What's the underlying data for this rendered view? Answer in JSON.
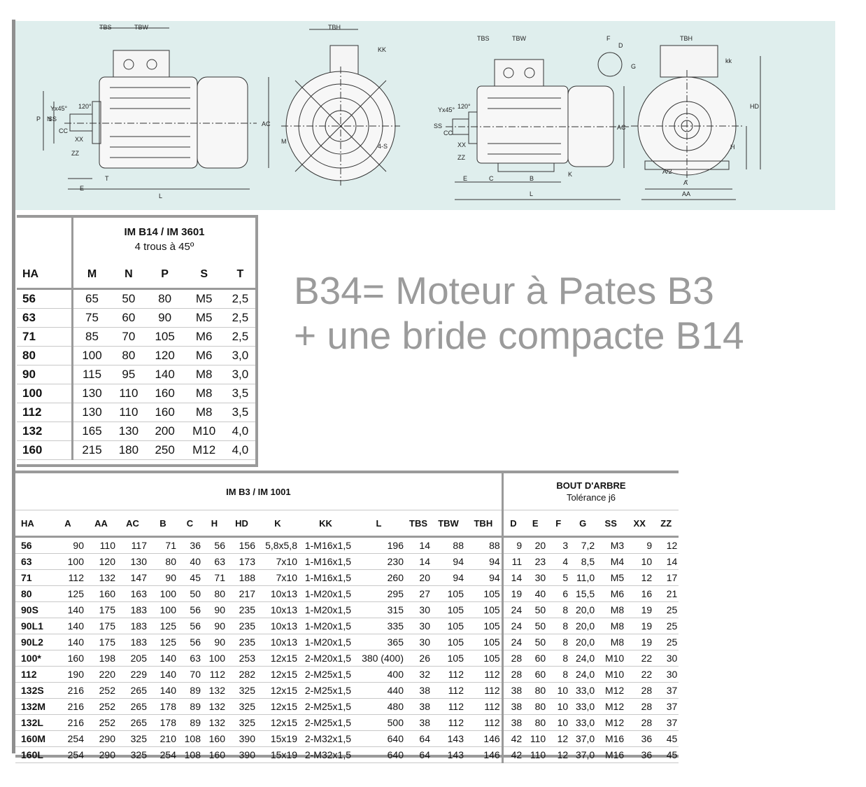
{
  "drawing": {
    "left_labels": [
      "TBS",
      "TBW",
      "P",
      "N",
      "Yx45°",
      "SS",
      "CC",
      "XX",
      "ZZ",
      "120°",
      "T",
      "E",
      "L",
      "AC",
      "TBH",
      "KK",
      "M",
      "4-S"
    ],
    "right_labels": [
      "TBS",
      "TBW",
      "F",
      "D",
      "G",
      "TBH",
      "kk",
      "Yx45°",
      "120°",
      "SS",
      "CC",
      "XX",
      "ZZ",
      "AC",
      "HD",
      "H",
      "E",
      "C",
      "B",
      "K",
      "L",
      "A/2",
      "A",
      "AA"
    ]
  },
  "annotation": {
    "line1": "B34= Moteur à Pates B3",
    "line2": "+ une bride compacte B14"
  },
  "flange_table": {
    "title": "IM B14 / IM 3601",
    "subtitle": "4 trous à 45º",
    "headers": [
      "HA",
      "M",
      "N",
      "P",
      "S",
      "T"
    ],
    "rows": [
      [
        "56",
        "65",
        "50",
        "80",
        "M5",
        "2,5"
      ],
      [
        "63",
        "75",
        "60",
        "90",
        "M5",
        "2,5"
      ],
      [
        "71",
        "85",
        "70",
        "105",
        "M6",
        "2,5"
      ],
      [
        "80",
        "100",
        "80",
        "120",
        "M6",
        "3,0"
      ],
      [
        "90",
        "115",
        "95",
        "140",
        "M8",
        "3,0"
      ],
      [
        "100",
        "130",
        "110",
        "160",
        "M8",
        "3,5"
      ],
      [
        "112",
        "130",
        "110",
        "160",
        "M8",
        "3,5"
      ],
      [
        "132",
        "165",
        "130",
        "200",
        "M10",
        "4,0"
      ],
      [
        "160",
        "215",
        "180",
        "250",
        "M12",
        "4,0"
      ]
    ]
  },
  "dims_table": {
    "title": "IM B3 / IM 1001",
    "shaft_title": "BOUT D'ARBRE",
    "shaft_subtitle": "Tolérance j6",
    "headers": [
      "HA",
      "A",
      "AA",
      "AC",
      "B",
      "C",
      "H",
      "HD",
      "K",
      "KK",
      "L",
      "TBS",
      "TBW",
      "TBH",
      "D",
      "E",
      "F",
      "G",
      "SS",
      "XX",
      "ZZ"
    ],
    "rows": [
      [
        "56",
        "90",
        "110",
        "117",
        "71",
        "36",
        "56",
        "156",
        "5,8x5,8",
        "1-M16x1,5",
        "196",
        "14",
        "88",
        "88",
        "9",
        "20",
        "3",
        "7,2",
        "M3",
        "9",
        "12"
      ],
      [
        "63",
        "100",
        "120",
        "130",
        "80",
        "40",
        "63",
        "173",
        "7x10",
        "1-M16x1,5",
        "230",
        "14",
        "94",
        "94",
        "11",
        "23",
        "4",
        "8,5",
        "M4",
        "10",
        "14"
      ],
      [
        "71",
        "112",
        "132",
        "147",
        "90",
        "45",
        "71",
        "188",
        "7x10",
        "1-M16x1,5",
        "260",
        "20",
        "94",
        "94",
        "14",
        "30",
        "5",
        "11,0",
        "M5",
        "12",
        "17"
      ],
      [
        "80",
        "125",
        "160",
        "163",
        "100",
        "50",
        "80",
        "217",
        "10x13",
        "1-M20x1,5",
        "295",
        "27",
        "105",
        "105",
        "19",
        "40",
        "6",
        "15,5",
        "M6",
        "16",
        "21"
      ],
      [
        "90S",
        "140",
        "175",
        "183",
        "100",
        "56",
        "90",
        "235",
        "10x13",
        "1-M20x1,5",
        "315",
        "30",
        "105",
        "105",
        "24",
        "50",
        "8",
        "20,0",
        "M8",
        "19",
        "25"
      ],
      [
        "90L1",
        "140",
        "175",
        "183",
        "125",
        "56",
        "90",
        "235",
        "10x13",
        "1-M20x1,5",
        "335",
        "30",
        "105",
        "105",
        "24",
        "50",
        "8",
        "20,0",
        "M8",
        "19",
        "25"
      ],
      [
        "90L2",
        "140",
        "175",
        "183",
        "125",
        "56",
        "90",
        "235",
        "10x13",
        "1-M20x1,5",
        "365",
        "30",
        "105",
        "105",
        "24",
        "50",
        "8",
        "20,0",
        "M8",
        "19",
        "25"
      ],
      [
        "100*",
        "160",
        "198",
        "205",
        "140",
        "63",
        "100",
        "253",
        "12x15",
        "2-M20x1,5",
        "380 (400)",
        "26",
        "105",
        "105",
        "28",
        "60",
        "8",
        "24,0",
        "M10",
        "22",
        "30"
      ],
      [
        "112",
        "190",
        "220",
        "229",
        "140",
        "70",
        "112",
        "282",
        "12x15",
        "2-M25x1,5",
        "400",
        "32",
        "112",
        "112",
        "28",
        "60",
        "8",
        "24,0",
        "M10",
        "22",
        "30"
      ],
      [
        "132S",
        "216",
        "252",
        "265",
        "140",
        "89",
        "132",
        "325",
        "12x15",
        "2-M25x1,5",
        "440",
        "38",
        "112",
        "112",
        "38",
        "80",
        "10",
        "33,0",
        "M12",
        "28",
        "37"
      ],
      [
        "132M",
        "216",
        "252",
        "265",
        "178",
        "89",
        "132",
        "325",
        "12x15",
        "2-M25x1,5",
        "480",
        "38",
        "112",
        "112",
        "38",
        "80",
        "10",
        "33,0",
        "M12",
        "28",
        "37"
      ],
      [
        "132L",
        "216",
        "252",
        "265",
        "178",
        "89",
        "132",
        "325",
        "12x15",
        "2-M25x1,5",
        "500",
        "38",
        "112",
        "112",
        "38",
        "80",
        "10",
        "33,0",
        "M12",
        "28",
        "37"
      ],
      [
        "160M",
        "254",
        "290",
        "325",
        "210",
        "108",
        "160",
        "390",
        "15x19",
        "2-M32x1,5",
        "640",
        "64",
        "143",
        "146",
        "42",
        "110",
        "12",
        "37,0",
        "M16",
        "36",
        "45"
      ],
      [
        "160L",
        "254",
        "290",
        "325",
        "254",
        "108",
        "160",
        "390",
        "15x19",
        "2-M32x1,5",
        "640",
        "64",
        "143",
        "146",
        "42",
        "110",
        "12",
        "37,0",
        "M16",
        "36",
        "45"
      ]
    ]
  }
}
